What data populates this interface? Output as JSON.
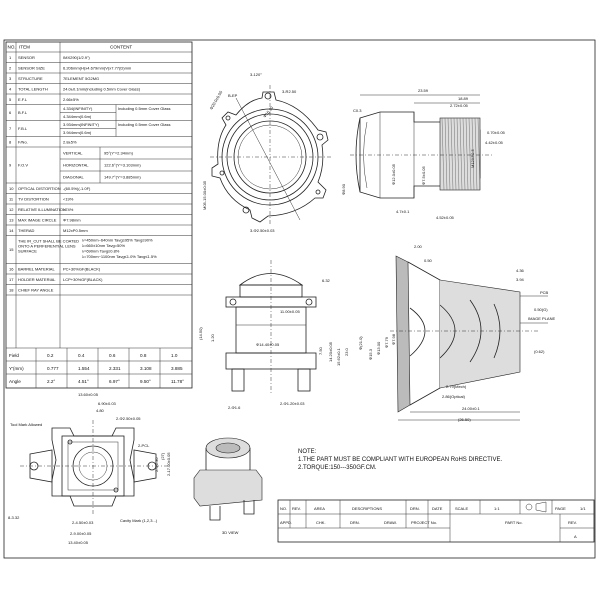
{
  "spec_table": {
    "header": {
      "no": "NO.",
      "item": "ITEM",
      "content": "CONTENT"
    },
    "rows": [
      {
        "no": "1",
        "item": "SENSOR",
        "content": "IMX290(1/2.9\")"
      },
      {
        "no": "2",
        "item": "SENSOR SIZE",
        "content": "6.206mm(H)x4.679mm(V)x7.77(D)mm"
      },
      {
        "no": "3",
        "item": "STRUCTURE",
        "content": "7ELEMENT 5G2MG"
      },
      {
        "no": "4",
        "item": "TOTAL LENGTH",
        "content": "24.0±0.1mm(including 0.5mm Cover Glass)"
      },
      {
        "no": "5",
        "item": "E.F.L",
        "content": "2.66±5%"
      },
      {
        "no": "6",
        "item": "B.F.L",
        "content": "4.334(INFINITY)",
        "content2": "4.344mm(0.6m)",
        "note": "Including 0.5mm Cover Glass"
      },
      {
        "no": "7",
        "item": "F.B.L",
        "content": "3.934mm(INFINITY)",
        "content2": "3.944mm(0.6m)",
        "note": "Including 0.5mm Cover Glass"
      },
      {
        "no": "8",
        "item": "F/No.",
        "content": "2.8±5%"
      },
      {
        "no": "9",
        "item": "F.O.V",
        "sub": [
          {
            "label": "VERTICAL",
            "value": "95°(Y'=2.34mm)"
          },
          {
            "label": "HORIZONTAL",
            "value": "122.6°(Y'=3.103mm)"
          },
          {
            "label": "DIAGONAL",
            "value": "149.7°(Y'=3.885mm)"
          }
        ]
      },
      {
        "no": "10",
        "item": "OPTICAL DISTORTION",
        "content": "-(60.5%)(-1.0F)"
      },
      {
        "no": "11",
        "item": "TV DISTORTION",
        "content": "<19%"
      },
      {
        "no": "12",
        "item": "RELATIVE ILLUMINATION",
        "content": ">74%"
      },
      {
        "no": "13",
        "item": "MAX IMAGE CIRCLE",
        "content": "Φ7.98mm"
      },
      {
        "no": "14",
        "item": "THERAD",
        "content": "M12xP0.5mm"
      },
      {
        "no": "15",
        "item": "THE IR_CUT SHALL BE COATED ONTO A PERFERENTIAL LENS SURFACE",
        "content_lines": [
          "λ=450nm~640nm  Tavg≥95%  Tavg≥90%",
          "λ=660±10nm  Tavg=50%",
          "λ=690nm  Tavg≤0.8%",
          "λ=700nm~1100nm  Tavg≤1.0%  Tavg≤1.5%"
        ]
      },
      {
        "no": "16",
        "item": "BARREL MATERIAL",
        "content": "PC+30%GF(BLACK)"
      },
      {
        "no": "17",
        "item": "HOLDER MATERIAL",
        "content": "LCP+30%GF(BLACK)"
      },
      {
        "no": "18",
        "item": "CHIEF RAY ANGLE",
        "content": ""
      }
    ],
    "cra": {
      "field_label": "Field",
      "field": [
        "0.2",
        "0.4",
        "0.6",
        "0.8",
        "1.0"
      ],
      "ymm_label": "Y'(mm)",
      "ymm": [
        "0.777",
        "1.554",
        "2.331",
        "3.108",
        "3.885"
      ],
      "angle_label": "Angle",
      "angle": [
        "2.2°",
        "4.51°",
        "6.97°",
        "9.50°",
        "11.78°"
      ]
    }
  },
  "top_view": {
    "labels": {
      "angle": "3-120°",
      "r_dim": "3-R2.50",
      "hole": "3-Φ1.25±0.05",
      "ring": "Φ20.0±0.05",
      "d1": "R0.95±0.05",
      "d2": "Φ15.30",
      "dia": "Φ15.30",
      "tol": "3-Φ2.50±0.03",
      "b": "Φ18.50",
      "c": "B-EP",
      "e": "M05-15.00±0.05"
    }
  },
  "side_view_top": {
    "labels": {
      "len1": "23.59",
      "len2": "18.89",
      "len3": "2.72±0.05",
      "c": "C0.3",
      "d1": "0.70±0.05",
      "d2": "4.42±0.05",
      "d3": "Φ7.5±0.05",
      "d4": "Φ12.0±0.05",
      "d5": "Φ7.5±0.05",
      "d6": "Φ8.90",
      "l1": "4.7±0.1",
      "l2": "4.52±0.05",
      "m": "M12XP0.5"
    }
  },
  "front_view": {
    "labels": {
      "top": "6.32",
      "w": "11.00±0.05",
      "h1": "(14.50)",
      "h2": "1.20",
      "d": "Φ14.40±0.05",
      "h3": "7.50",
      "h4": "14.20±0.05",
      "h5": "15.62±0.1",
      "h6": "23.0",
      "b1": "2-Φ1.6",
      "b2": "2-Φ1.20±0.03"
    }
  },
  "section_view": {
    "labels": {
      "t1": "2.00",
      "t2": "0.50",
      "r1": "4.36",
      "r2": "3.94",
      "pcb": "PCB",
      "img": "IMAGE PLANE",
      "v1": "0.50(G)",
      "v2": "(0.62)",
      "v3": "2.79(Mech)",
      "v4": "2.86(Optical)",
      "v5": "24.00±0.1",
      "v6": "(26.50)",
      "dia1": "Φ(21.0)",
      "dia2": "Φ15.3",
      "dia3": "Φ13.00",
      "dia4": "Φ7.79",
      "dia5": "Φ7.98"
    }
  },
  "bottom_view": {
    "labels": {
      "w1": "13.60±0.05",
      "w2": "6.90±0.03",
      "w3": "4.80",
      "w4": "2-Φ2.50±0.05",
      "w5": "0.10",
      "a": "Tool Mark Allowed",
      "b": "Cavity Mark",
      "c": "2-PCL",
      "d": "2-Φ1.30",
      "e": "(27)",
      "f": "2-17.00±0.05",
      "g": "2-4.50±0.03",
      "h": "2-9.00±0.05",
      "i": "13.40±0.05",
      "j": "8-3.32",
      "k": "Cavity Mark (1,2,3...)"
    }
  },
  "iso": {
    "caption": "3D VIEW"
  },
  "notes": {
    "title": "NOTE:",
    "n1": "1.THE PART MUST BE COMPLIANT WITH EUROPEAN RoHS DIRECTIVE.",
    "n2": "2.TORQUE:150---350GF.CM."
  },
  "title_block": {
    "no": "NO.",
    "rev": "REV.",
    "area": "AREA",
    "desc": "DESCRIPTIONS",
    "drn": "DRN.",
    "date": "DATE",
    "scale_label": "SCALE",
    "scale": "1:1",
    "page_label": "PAGE",
    "page": "1/1",
    "appd": "APPD.",
    "chk": "CHK.",
    "drn2": "DRN.",
    "draw": "DRAW.",
    "project": "PROJECT No.",
    "part": "PART No.",
    "rev2": "REV.",
    "rev_val": "A"
  }
}
